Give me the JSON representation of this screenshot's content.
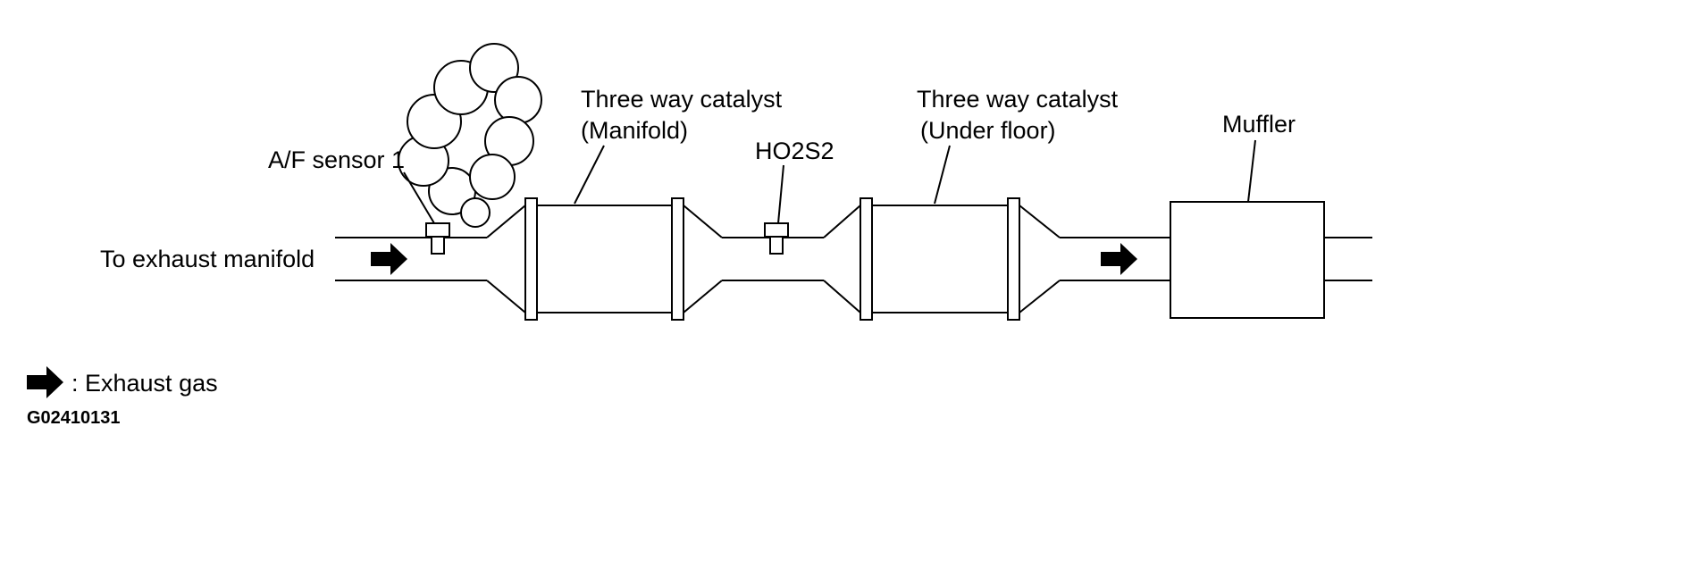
{
  "figure": {
    "background": "#ffffff",
    "line_color": "#000000"
  },
  "labels": {
    "af_sensor": "A/F sensor 1",
    "twc_manifold": {
      "line1": "Three way catalyst",
      "line2": "(Manifold)"
    },
    "ho2s2": "HO2S2",
    "twc_underfloor": {
      "line1": "Three way catalyst",
      "line2": "(Under floor)"
    },
    "muffler": "Muffler",
    "inlet": "To exhaust manifold"
  },
  "legend": {
    "symbol": "exhaust-gas-arrow",
    "text": ": Exhaust gas"
  },
  "figure_id": "G02410131"
}
